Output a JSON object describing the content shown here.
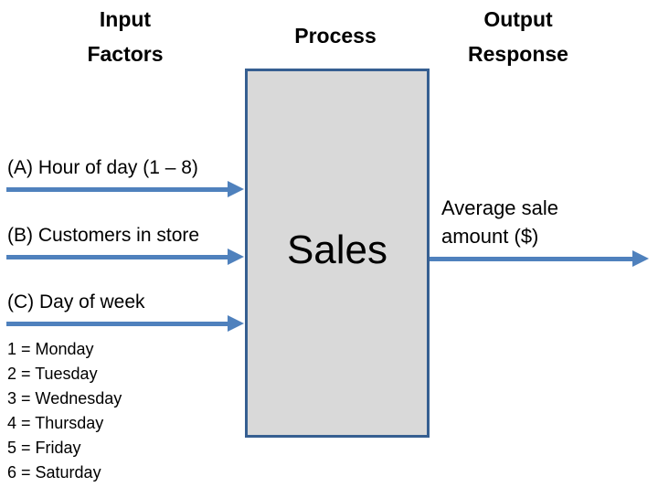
{
  "diagram": {
    "headers": {
      "input": {
        "line1": "Input",
        "line2": "Factors"
      },
      "process": "Process",
      "output": {
        "line1": "Output",
        "line2": "Response"
      }
    },
    "process_box": {
      "label": "Sales"
    },
    "input_factors": [
      {
        "label": "(A) Hour of day (1 – 8)"
      },
      {
        "label": "(B) Customers in store"
      },
      {
        "label": "(C) Day of week"
      }
    ],
    "day_legend": [
      "1 = Monday",
      "2 = Tuesday",
      "3 = Wednesday",
      "4 = Thursday",
      "5 = Friday",
      "6 = Saturday"
    ],
    "output_label": "Average sale amount ($)",
    "colors": {
      "arrow": "#4f81bd",
      "box_border": "#365f91",
      "box_fill": "#d9d9d9"
    }
  }
}
